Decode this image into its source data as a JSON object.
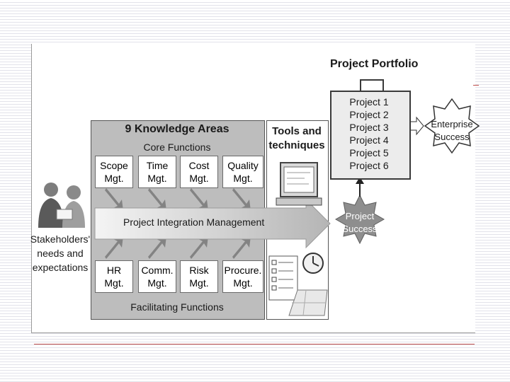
{
  "diagram": {
    "knowledge_areas_title": "9 Knowledge Areas",
    "core_functions_label": "Core Functions",
    "facilitating_functions_label": "Facilitating Functions",
    "core_areas": [
      {
        "line1": "Scope",
        "line2": "Mgt."
      },
      {
        "line1": "Time",
        "line2": "Mgt."
      },
      {
        "line1": "Cost",
        "line2": "Mgt."
      },
      {
        "line1": "Quality",
        "line2": "Mgt."
      }
    ],
    "facilitating_areas": [
      {
        "line1": "HR",
        "line2": "Mgt."
      },
      {
        "line1": "Comm.",
        "line2": "Mgt."
      },
      {
        "line1": "Risk",
        "line2": "Mgt."
      },
      {
        "line1": "Procure.",
        "line2": "Mgt."
      }
    ],
    "integration_label": "Project Integration Management",
    "tools_label": "Tools and techniques",
    "stakeholders_label": "Stakeholders' needs and expectations",
    "project_success_line1": "Project",
    "project_success_line2": "Success",
    "portfolio_title": "Project Portfolio",
    "projects": [
      "Project 1",
      "Project 2",
      "Project 3",
      "Project 4",
      "Project 5",
      "Project 6"
    ],
    "enterprise_success_line1": "Enterprise",
    "enterprise_success_line2": "Success"
  }
}
